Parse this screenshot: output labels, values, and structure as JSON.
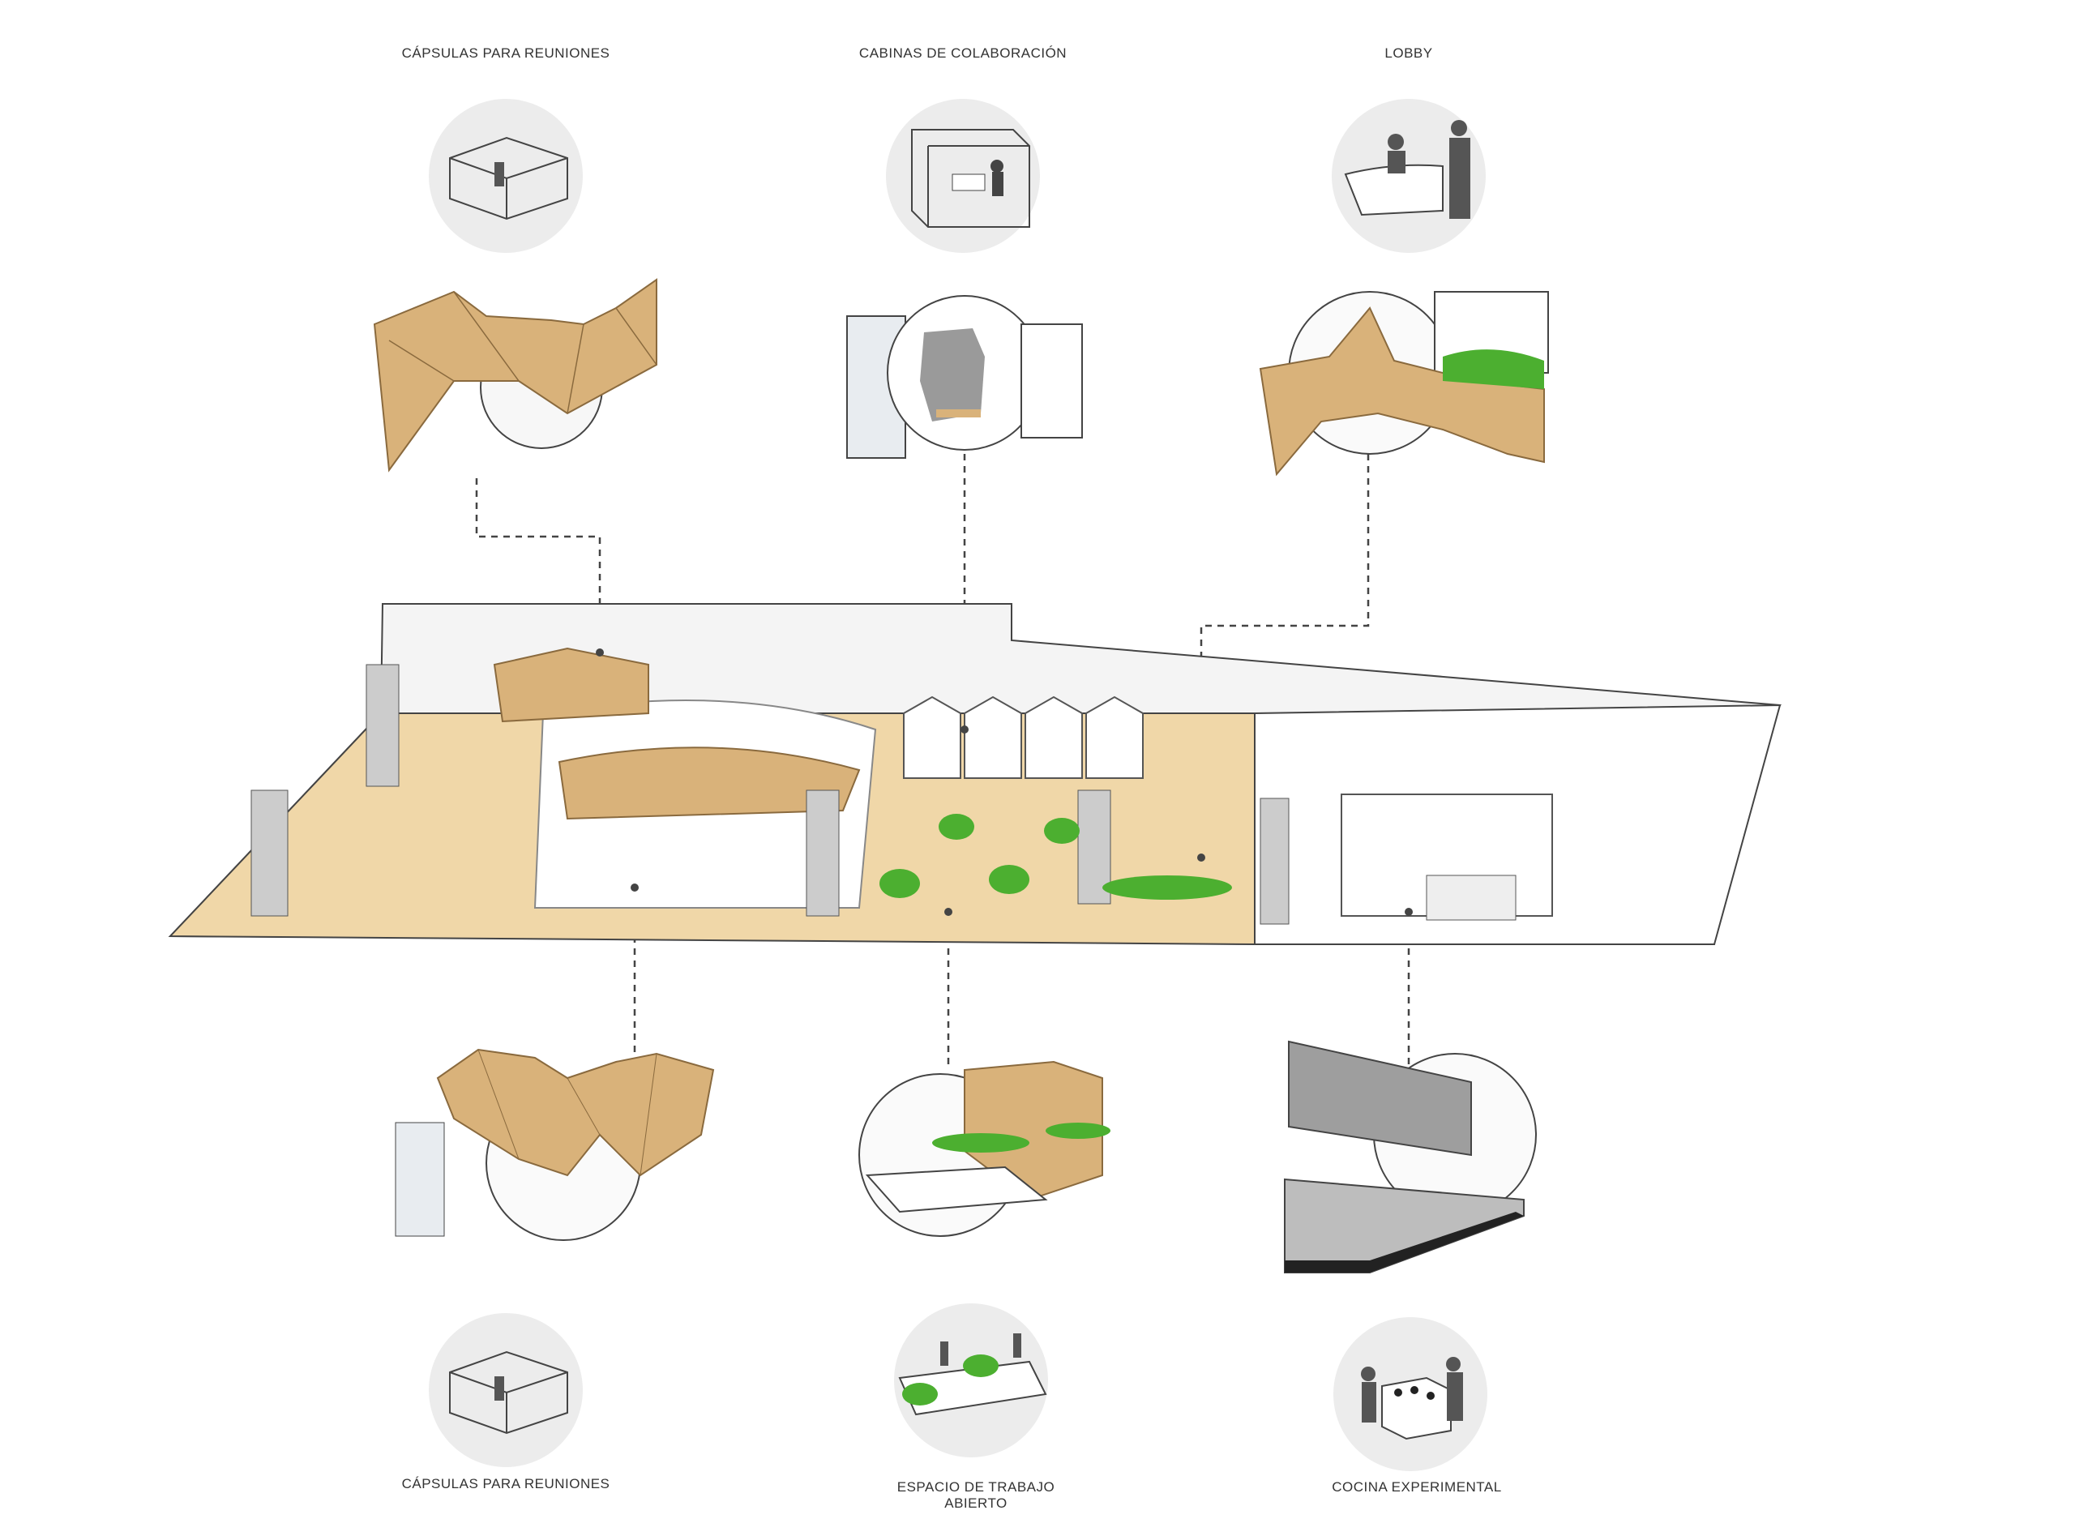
{
  "top_labels": [
    "CÁPSULAS PARA REUNIONES",
    "CABINAS DE COLABORACIÓN",
    "LOBBY"
  ],
  "bottom_labels": {
    "meeting": "CÁPSULAS PARA REUNIONES",
    "open_work_line1": "ESPACIO DE TRABAJO",
    "open_work_line2": "ABIERTO",
    "kitchen": "COCINA EXPERIMENTAL"
  },
  "colors": {
    "wood": "#d9b27a",
    "wood_line": "#8a6a3e",
    "plant": "#4caf30",
    "circle": "#ececec",
    "line": "#444444"
  }
}
